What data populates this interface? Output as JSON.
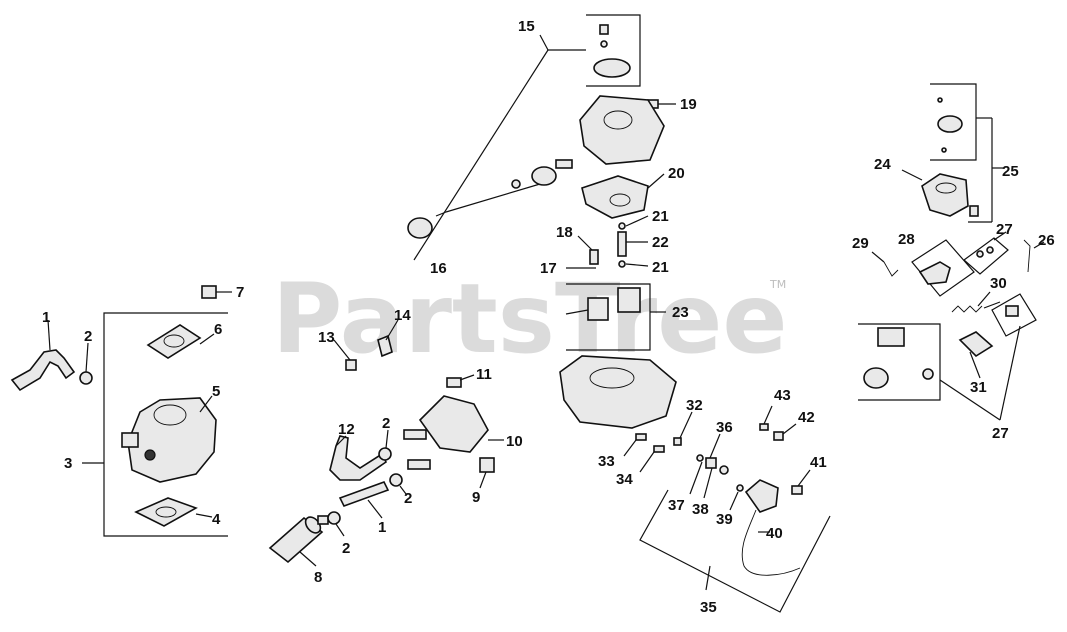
{
  "watermark": {
    "text": "PartsTree",
    "trademark": "TM"
  },
  "callouts": [
    "15",
    "19",
    "20",
    "21",
    "22",
    "21",
    "18",
    "17",
    "16",
    "23",
    "24",
    "25",
    "27",
    "26",
    "29",
    "28",
    "30",
    "31",
    "27",
    "7",
    "1",
    "2",
    "6",
    "3",
    "5",
    "4",
    "13",
    "14",
    "11",
    "12",
    "2",
    "10",
    "2",
    "9",
    "1",
    "2",
    "8",
    "32",
    "43",
    "42",
    "36",
    "33",
    "34",
    "41",
    "37",
    "38",
    "39",
    "40",
    "35"
  ]
}
